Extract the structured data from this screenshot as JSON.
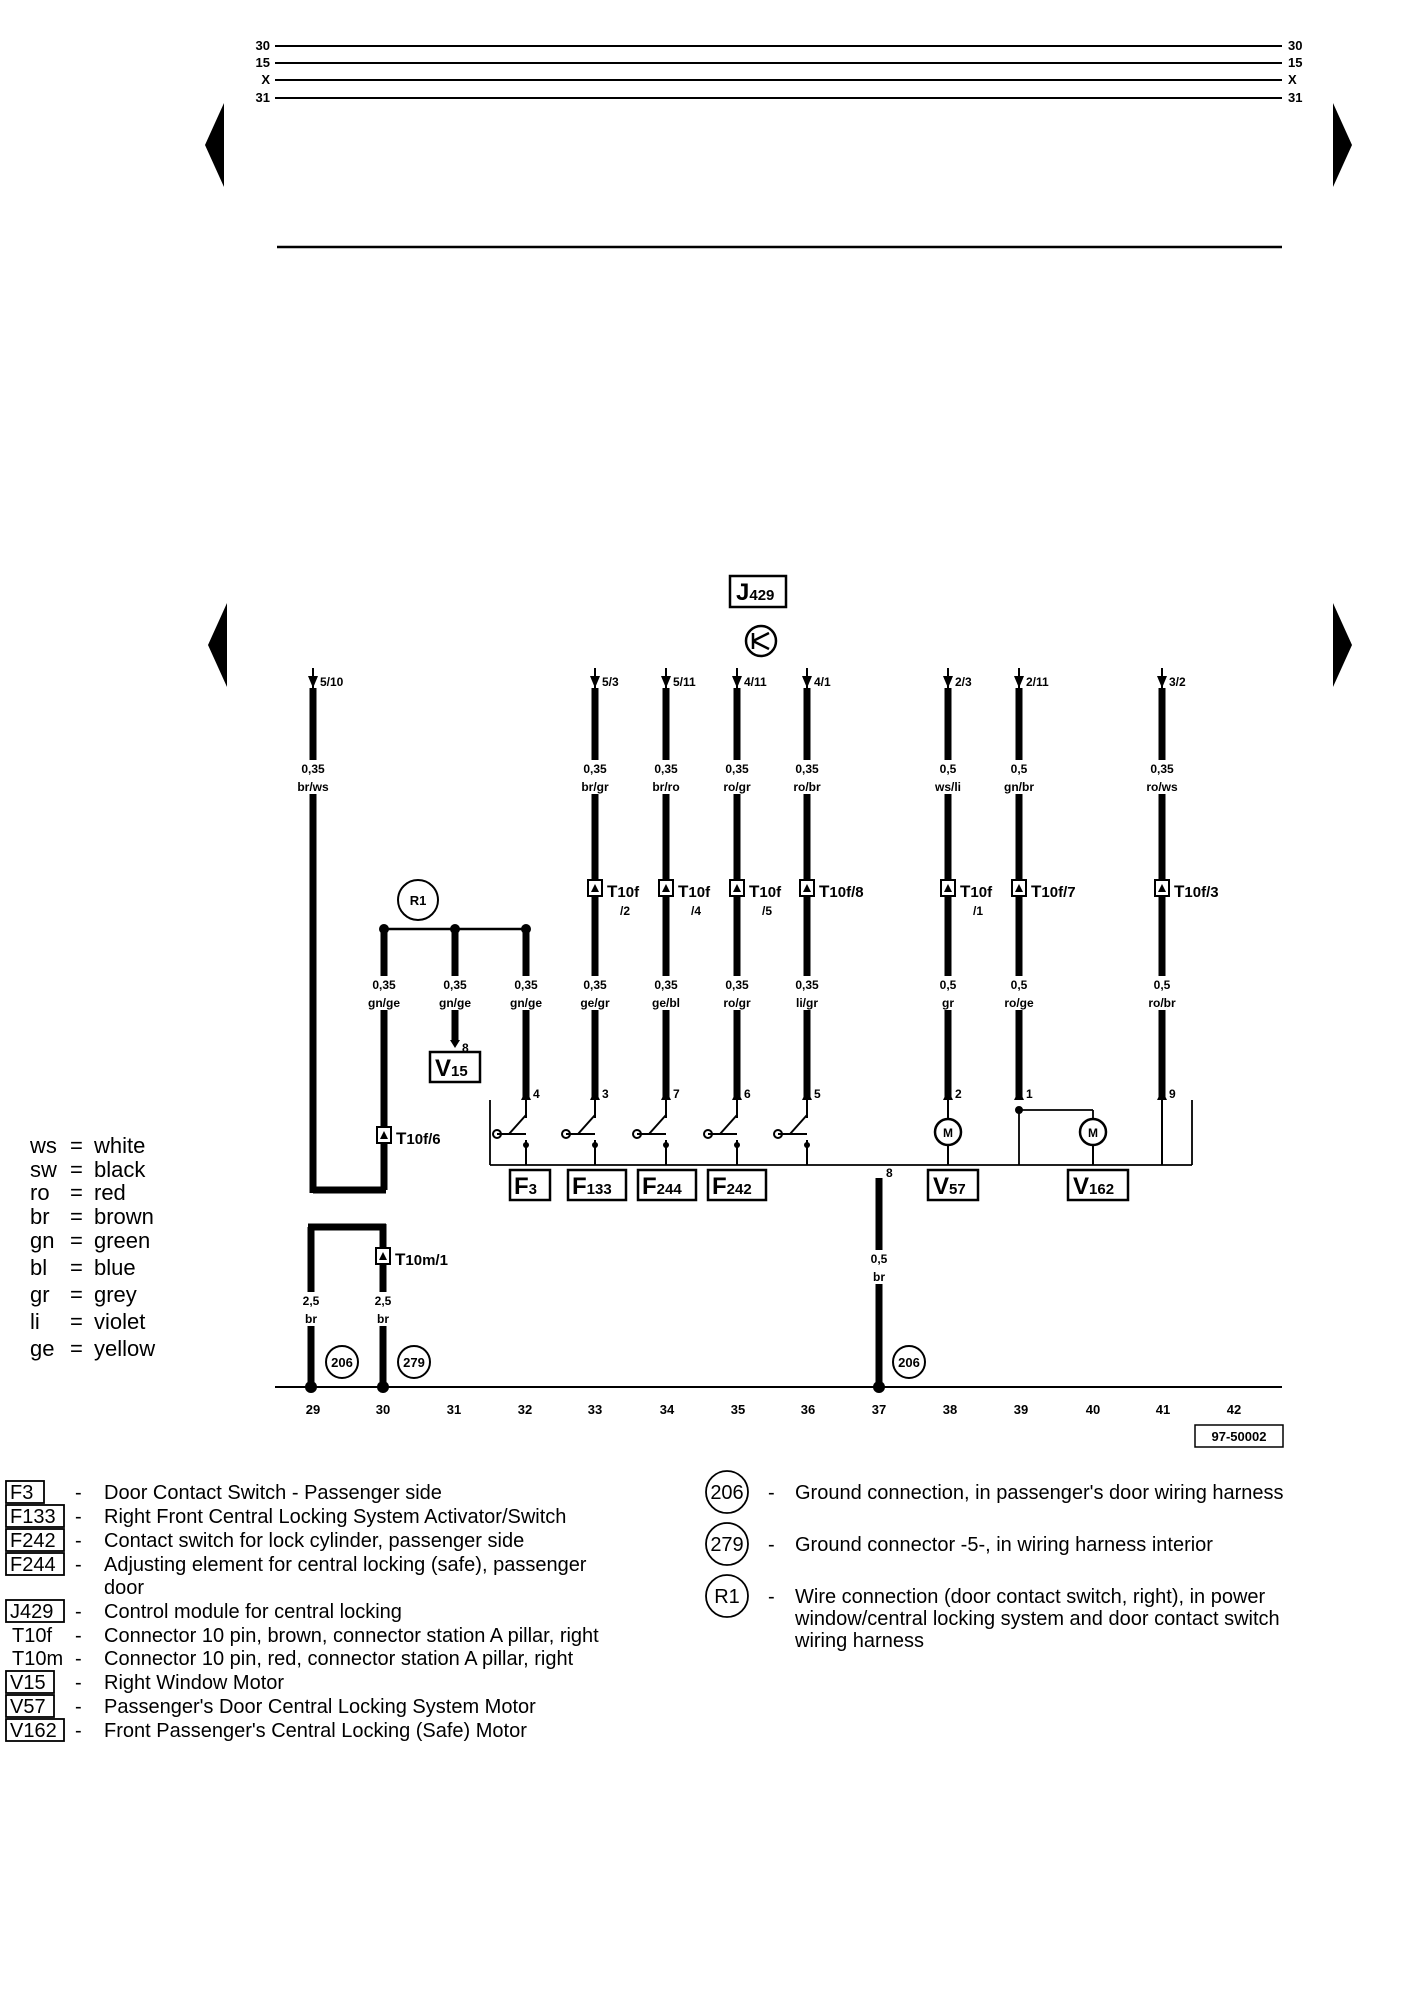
{
  "bus": {
    "left_labels": [
      "30",
      "15",
      "X",
      "31"
    ],
    "right_labels": [
      "30",
      "15",
      "X",
      "31"
    ]
  },
  "control_module": {
    "code": "J429",
    "letter": "J",
    "sub": "429"
  },
  "wires": [
    {
      "id": "w1",
      "ref": "5/10",
      "gauge": "0,35",
      "color": "br/ws"
    },
    {
      "id": "w2",
      "ref": "5/3",
      "gauge": "0,35",
      "color": "br/gr"
    },
    {
      "id": "w3",
      "ref": "5/11",
      "gauge": "0,35",
      "color": "br/ro"
    },
    {
      "id": "w4",
      "ref": "4/11",
      "gauge": "0,35",
      "color": "ro/gr"
    },
    {
      "id": "w5",
      "ref": "4/1",
      "gauge": "0,35",
      "color": "ro/br"
    },
    {
      "id": "w6",
      "ref": "2/3",
      "gauge": "0,5",
      "color": "ws/li"
    },
    {
      "id": "w7",
      "ref": "2/11",
      "gauge": "0,5",
      "color": "gn/br"
    },
    {
      "id": "w8",
      "ref": "3/2",
      "gauge": "0,35",
      "color": "ro/ws"
    }
  ],
  "connectors": [
    {
      "main": "T",
      "sub": "10f",
      "pin": "/2"
    },
    {
      "main": "T",
      "sub": "10f",
      "pin": "/4"
    },
    {
      "main": "T",
      "sub": "10f",
      "pin": "/5"
    },
    {
      "main": "T",
      "sub": "10f/8",
      "pin": ""
    },
    {
      "main": "T",
      "sub": "10f",
      "pin": "/1"
    },
    {
      "main": "T",
      "sub": "10f/7",
      "pin": ""
    },
    {
      "main": "T",
      "sub": "10f/3",
      "pin": ""
    },
    {
      "main": "T",
      "sub": "10f/6",
      "pin": ""
    },
    {
      "main": "T",
      "sub": "10m/1",
      "pin": ""
    }
  ],
  "lower_wires": [
    {
      "gauge": "0,35",
      "color": "gn/ge"
    },
    {
      "gauge": "0,35",
      "color": "gn/ge"
    },
    {
      "gauge": "0,35",
      "color": "gn/ge"
    },
    {
      "gauge": "0,35",
      "color": "ge/gr"
    },
    {
      "gauge": "0,35",
      "color": "ge/bl"
    },
    {
      "gauge": "0,35",
      "color": "ro/gr"
    },
    {
      "gauge": "0,35",
      "color": "li/gr"
    },
    {
      "gauge": "0,5",
      "color": "gr"
    },
    {
      "gauge": "0,5",
      "color": "ro/ge"
    },
    {
      "gauge": "0,5",
      "color": "ro/br"
    }
  ],
  "pins": [
    "8",
    "4",
    "3",
    "7",
    "6",
    "5",
    "2",
    "1",
    "9",
    "8"
  ],
  "ground_wires": [
    {
      "gauge": "2,5",
      "color": "br"
    },
    {
      "gauge": "2,5",
      "color": "br"
    },
    {
      "gauge": "0,5",
      "color": "br"
    }
  ],
  "splice": "R1",
  "motor_symbol": "M",
  "components": [
    {
      "letter": "V",
      "sub": "15"
    },
    {
      "letter": "F",
      "sub": "3"
    },
    {
      "letter": "F",
      "sub": "133"
    },
    {
      "letter": "F",
      "sub": "244"
    },
    {
      "letter": "F",
      "sub": "242"
    },
    {
      "letter": "V",
      "sub": "57"
    },
    {
      "letter": "V",
      "sub": "162"
    }
  ],
  "grounds": [
    "206",
    "279",
    "206"
  ],
  "track_numbers": [
    "29",
    "30",
    "31",
    "32",
    "33",
    "34",
    "35",
    "36",
    "37",
    "38",
    "39",
    "40",
    "41",
    "42"
  ],
  "diagram_id": "97-50002",
  "color_legend": [
    {
      "code": "ws",
      "name": "white"
    },
    {
      "code": "sw",
      "name": "black"
    },
    {
      "code": "ro",
      "name": "red"
    },
    {
      "code": "br",
      "name": "brown"
    },
    {
      "code": "gn",
      "name": "green"
    },
    {
      "code": "bl",
      "name": "blue"
    },
    {
      "code": "gr",
      "name": "grey"
    },
    {
      "code": "li",
      "name": "violet"
    },
    {
      "code": "ge",
      "name": "yellow"
    }
  ],
  "legend_left": [
    {
      "code": "F3",
      "boxed": true,
      "text": "Door Contact Switch - Passenger side"
    },
    {
      "code": "F133",
      "boxed": true,
      "text": "Right Front Central Locking System Activator/Switch"
    },
    {
      "code": "F242",
      "boxed": true,
      "text": "Contact switch for lock cylinder, passenger side"
    },
    {
      "code": "F244",
      "boxed": true,
      "text": "Adjusting element for central locking (safe), passenger"
    },
    {
      "code": "",
      "boxed": false,
      "text": "door"
    },
    {
      "code": "J429",
      "boxed": true,
      "text": "Control module for central locking"
    },
    {
      "code": "T10f",
      "boxed": false,
      "text": "Connector 10 pin, brown, connector station A pillar, right"
    },
    {
      "code": "T10m",
      "boxed": false,
      "text": "Connector 10 pin, red, connector station A pillar, right"
    },
    {
      "code": "V15",
      "boxed": true,
      "text": "Right Window Motor"
    },
    {
      "code": "V57",
      "boxed": true,
      "text": "Passenger's Door Central Locking System Motor"
    },
    {
      "code": "V162",
      "boxed": true,
      "text": "Front Passenger's Central Locking (Safe) Motor"
    }
  ],
  "legend_right": [
    {
      "code": "206",
      "lines": [
        "Ground connection, in passenger's door wiring harness"
      ]
    },
    {
      "code": "279",
      "lines": [
        "Ground connector -5-, in wiring harness interior"
      ]
    },
    {
      "code": "R1",
      "lines": [
        "Wire connection (door contact switch, right), in power",
        "window/central locking system and door contact switch",
        "wiring harness"
      ]
    }
  ],
  "dash": "-"
}
